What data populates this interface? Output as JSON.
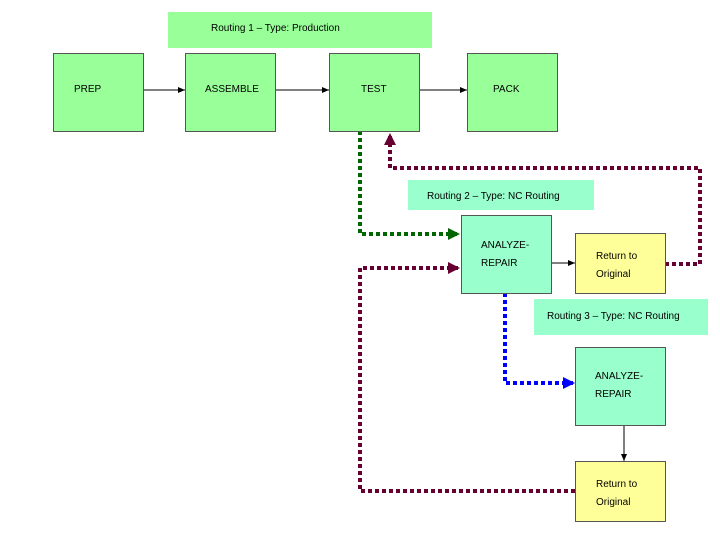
{
  "routing1": {
    "label": "Routing 1 – Type: Production"
  },
  "routing2": {
    "label": "Routing 2 – Type: NC Routing"
  },
  "routing3": {
    "label": "Routing 3 – Type: NC Routing"
  },
  "production": {
    "prep": "PREP",
    "assemble": "ASSEMBLE",
    "test": "TEST",
    "pack": "PACK"
  },
  "nc1": {
    "analyze_line1": "ANALYZE-",
    "analyze_line2": "REPAIR",
    "return_line1": "Return to",
    "return_line2": "Original"
  },
  "nc2": {
    "analyze_line1": "ANALYZE-",
    "analyze_line2": "REPAIR",
    "return_line1": "Return to",
    "return_line2": "Original"
  },
  "colors": {
    "production_box": "#99ff99",
    "nc_box": "#99ffcc",
    "return_box": "#ffff99",
    "routing1_flow": "#000000",
    "routing2_flow": "#006600",
    "routing3_flow": "#0000ff",
    "return_flow": "#660033"
  }
}
